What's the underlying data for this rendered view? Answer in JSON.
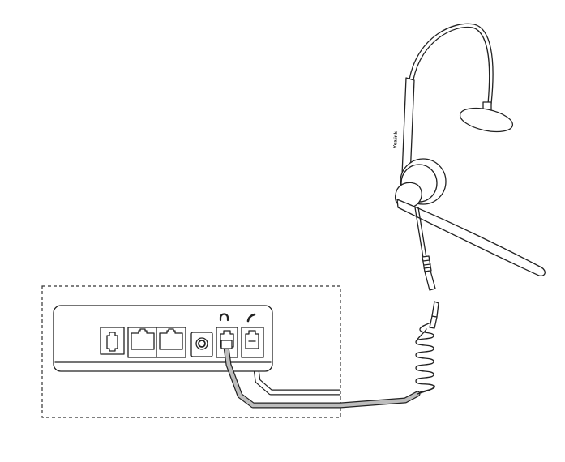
{
  "figure": {
    "brand_logo": "Yealink",
    "ports": [
      "ext-port",
      "internet-port",
      "pc-port",
      "dc-power-port",
      "headset-port",
      "handset-port"
    ],
    "icons": [
      "headset-icon",
      "handset-icon"
    ],
    "colors": {
      "line": "#222222",
      "headset_cable": "#bdbdbd",
      "background": "#ffffff"
    }
  }
}
